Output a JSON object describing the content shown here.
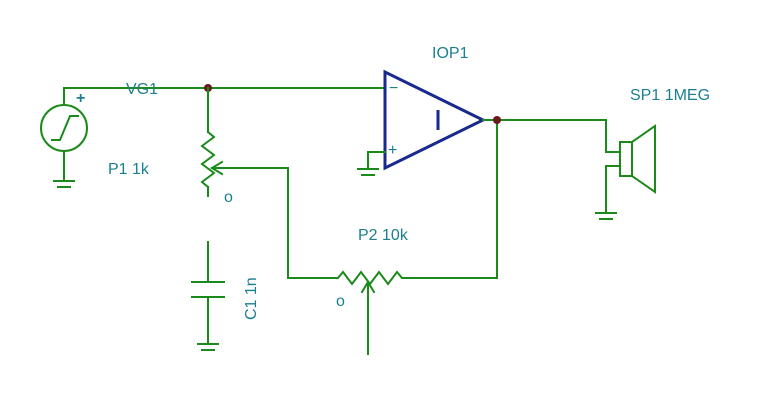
{
  "labels": {
    "vg1": "VG1",
    "iop1": "IOP1",
    "sp1": "SP1 1MEG",
    "p1": "P1 1k",
    "p2": "P2 10k",
    "c1": "C1 1n",
    "plus_source": "+",
    "minus_input": "−",
    "plus_input": "+",
    "opamp_mark": "I",
    "wiper_mark_p1": "o",
    "wiper_mark_p2": "o"
  },
  "colors": {
    "wire": "#1b8a1b",
    "label": "#1a7f8e",
    "opamp": "#1a2a8c",
    "node": "#6b1a1a"
  }
}
